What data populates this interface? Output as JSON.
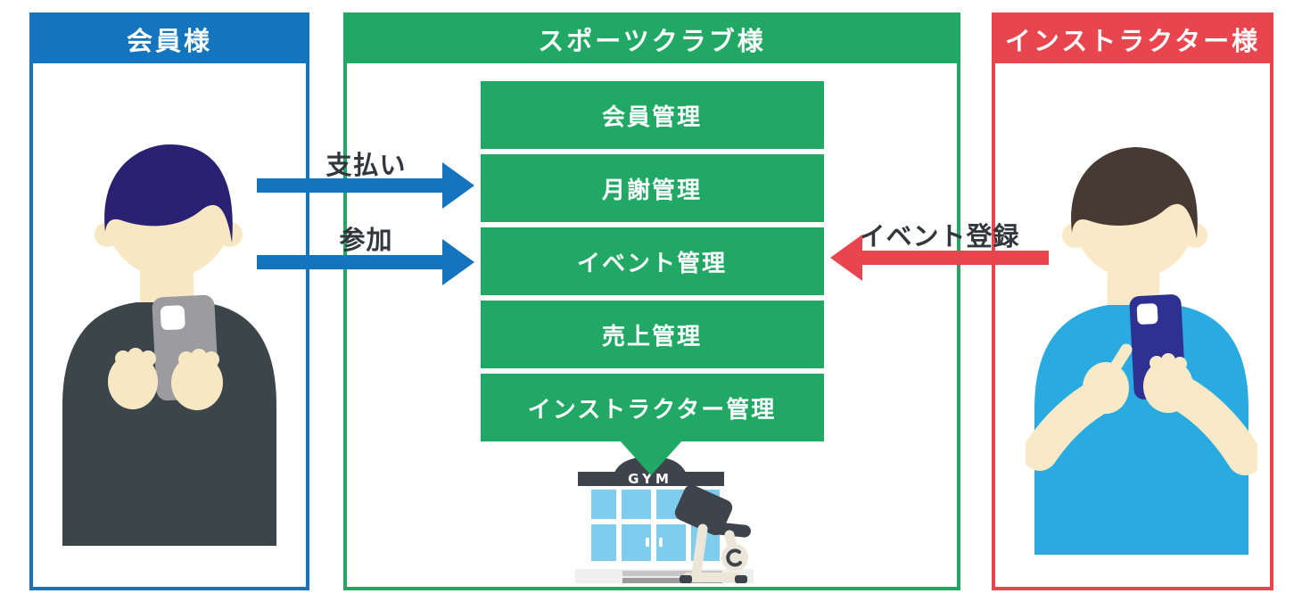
{
  "diagram": {
    "background": "#ffffff",
    "panels": {
      "member": {
        "title": "会員様",
        "color": "#1474BE"
      },
      "club": {
        "title": "スポーツクラブ様",
        "color": "#21A865",
        "boxes": [
          "会員管理",
          "月謝管理",
          "イベント管理",
          "売上管理",
          "インストラクター管理"
        ]
      },
      "instructor": {
        "title": "インストラクター様",
        "color": "#E8454E"
      }
    },
    "arrows": {
      "payment": {
        "label": "支払い",
        "direction": "right",
        "color": "#1474BE"
      },
      "join": {
        "label": "参加",
        "direction": "right",
        "color": "#1474BE"
      },
      "event_register": {
        "label": "イベント登録",
        "direction": "left",
        "color": "#E8454E"
      }
    },
    "gym": {
      "sign_text": "GYM"
    },
    "colors": {
      "label_text": "#32373E",
      "box_text": "#FFFFFF"
    }
  }
}
